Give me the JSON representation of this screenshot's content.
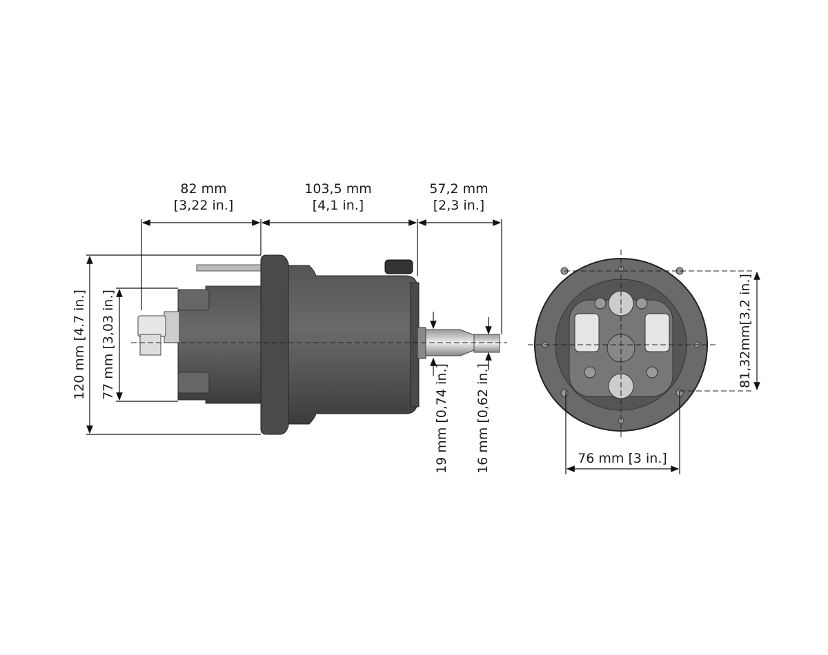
{
  "dimensions": {
    "rear_length": {
      "mm": "82 mm",
      "in": "[3,22 in.]"
    },
    "body_length": {
      "mm": "103,5 mm",
      "in": "[4,1 in.]"
    },
    "shaft_length": {
      "mm": "57,2 mm",
      "in": "[2,3 in.]"
    },
    "flange_height": "120 mm [4.7 in.]",
    "rear_height": "77 mm [3,03 in.]",
    "shaft_base_diameter": "19 mm [0,74 in.]",
    "shaft_tip_diameter": "16 mm [0,62 in.]",
    "bolt_spacing_horizontal": "76 mm [3 in.]",
    "bolt_spacing_vertical": "81,32mm[3,2 in.]"
  }
}
